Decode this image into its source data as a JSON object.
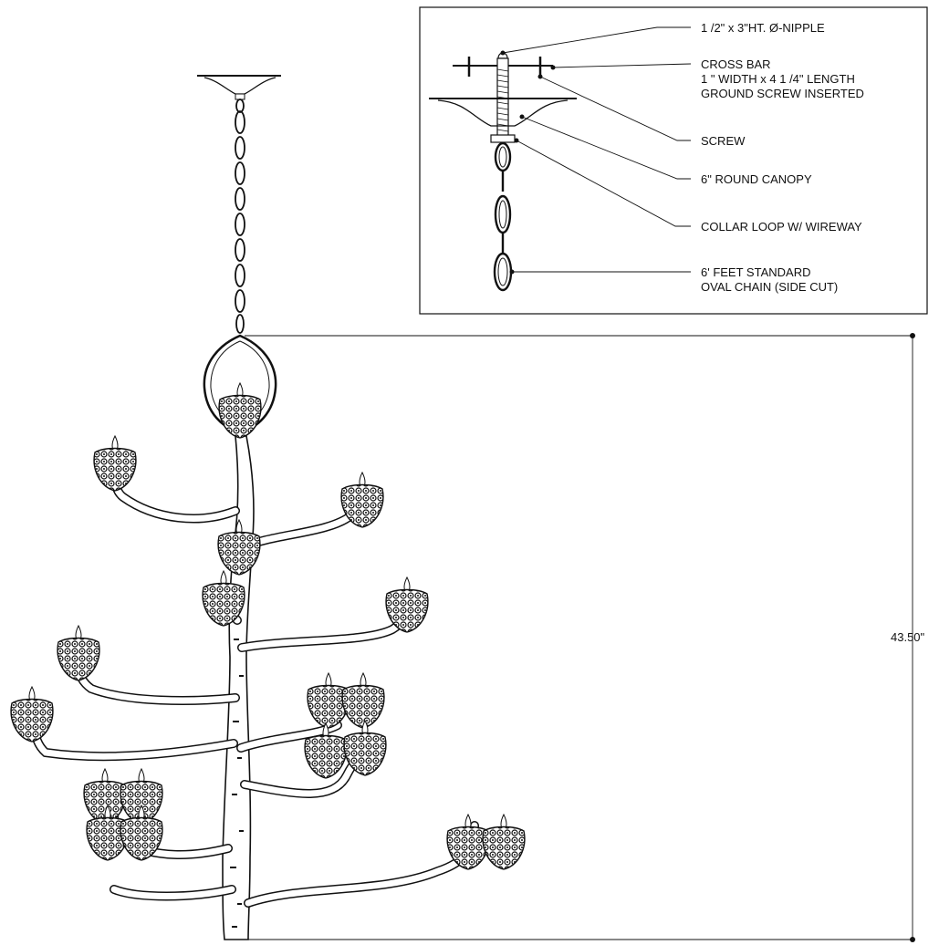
{
  "detail_callouts": [
    {
      "id": "nipple",
      "lines": [
        "1 /2\" x 3\"HT. Ø-NIPPLE"
      ]
    },
    {
      "id": "crossbar",
      "lines": [
        "CROSS BAR",
        "1 \" WIDTH x 4 1 /4\" LENGTH",
        "GROUND SCREW INSERTED"
      ]
    },
    {
      "id": "screw",
      "lines": [
        "SCREW"
      ]
    },
    {
      "id": "canopy",
      "lines": [
        "6\" ROUND CANOPY"
      ]
    },
    {
      "id": "collar",
      "lines": [
        "COLLAR LOOP W/ WIREWAY"
      ]
    },
    {
      "id": "chain",
      "lines": [
        "6' FEET STANDARD",
        "OVAL CHAIN (SIDE CUT)"
      ]
    }
  ],
  "dimension": {
    "label": "43.50\""
  },
  "colors": {
    "line": "#111111",
    "background": "#ffffff",
    "lamp_fill": "#555555"
  }
}
